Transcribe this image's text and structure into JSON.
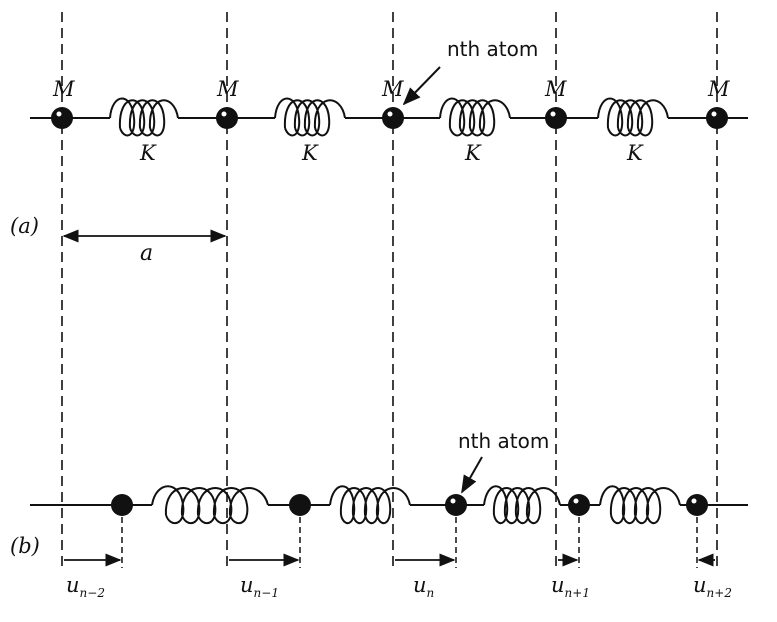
{
  "diagram": {
    "part_a": {
      "label": "(a)",
      "mass_label": "M",
      "spring_label": "K",
      "spacing_label": "a",
      "pointer_label": "nth atom"
    },
    "part_b": {
      "label": "(b)",
      "pointer_label": "nth atom",
      "displacements": [
        {
          "base": "u",
          "sub": "n−2"
        },
        {
          "base": "u",
          "sub": "n−1"
        },
        {
          "base": "u",
          "sub": "n"
        },
        {
          "base": "u",
          "sub": "n+1"
        },
        {
          "base": "u",
          "sub": "n+2"
        }
      ]
    }
  }
}
